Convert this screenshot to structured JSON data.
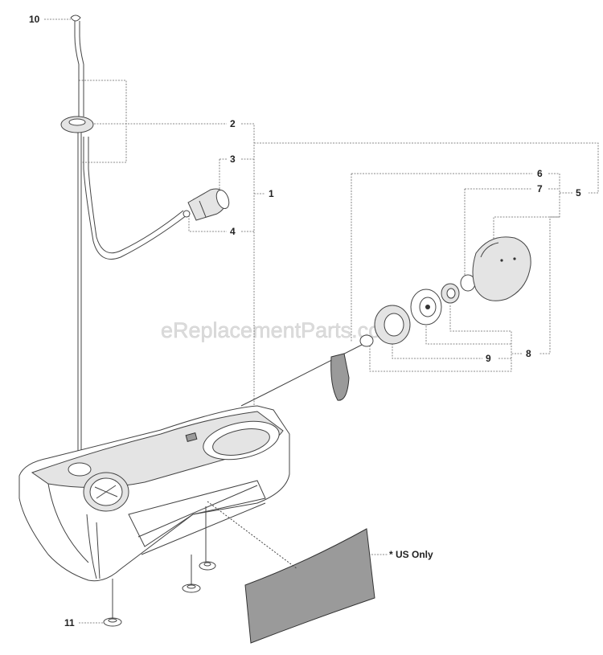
{
  "watermark": "eReplacementParts.com",
  "callouts": [
    {
      "id": "1",
      "label": "1"
    },
    {
      "id": "2",
      "label": "2"
    },
    {
      "id": "3",
      "label": "3"
    },
    {
      "id": "4",
      "label": "4"
    },
    {
      "id": "5",
      "label": "5"
    },
    {
      "id": "6",
      "label": "6"
    },
    {
      "id": "7",
      "label": "7"
    },
    {
      "id": "8",
      "label": "8"
    },
    {
      "id": "9",
      "label": "9"
    },
    {
      "id": "10",
      "label": "10"
    },
    {
      "id": "11",
      "label": "11"
    }
  ],
  "note": "* US Only"
}
